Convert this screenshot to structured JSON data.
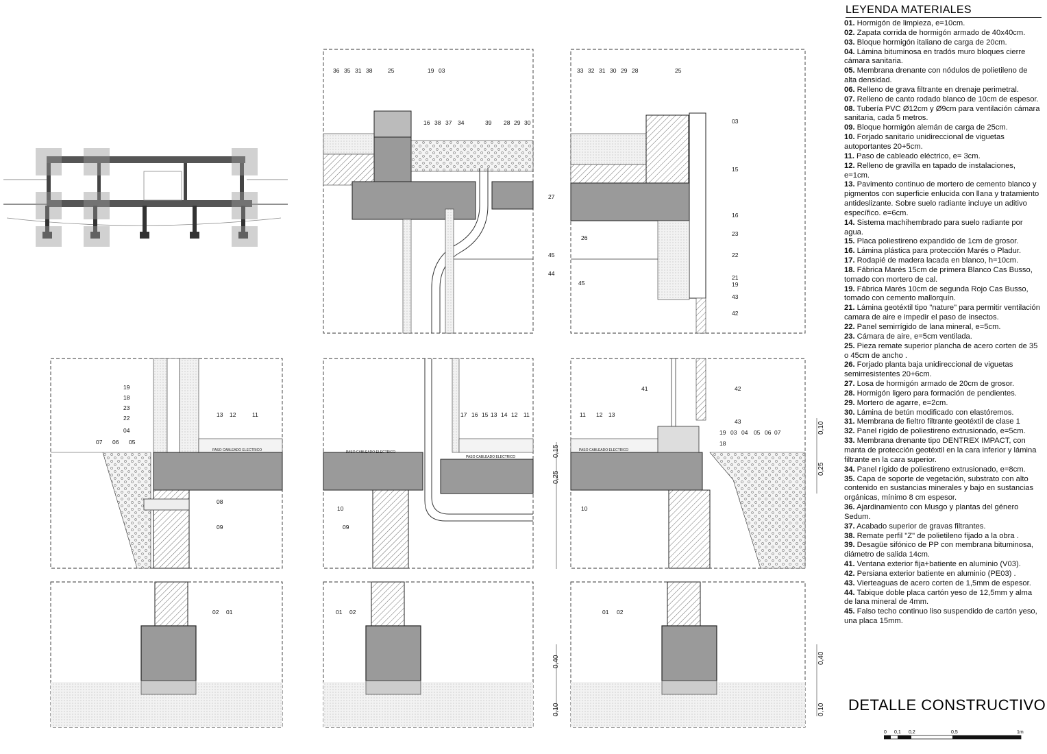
{
  "legend": {
    "title": "LEYENDA MATERIALES",
    "items": [
      {
        "num": "01.",
        "text": "Hormigón de limpieza, e=10cm."
      },
      {
        "num": "02.",
        "text": "Zapata corrida de hormigón armado de 40x40cm."
      },
      {
        "num": "03.",
        "text": "Bloque hormigón italiano de carga de 20cm."
      },
      {
        "num": "04.",
        "text": "Lámina bituminosa en tradós muro bloques cierre cámara sanitaria."
      },
      {
        "num": "05.",
        "text": "Membrana drenante con nódulos de polietileno de alta densidad."
      },
      {
        "num": "06.",
        "text": "Relleno de grava filtrante en drenaje perimetral."
      },
      {
        "num": "07.",
        "text": "Relleno de canto rodado blanco de 10cm de espesor."
      },
      {
        "num": "08.",
        "text": "Tubería PVC Ø12cm y Ø9cm para ventilación cámara sanitaria, cada 5 metros."
      },
      {
        "num": "09.",
        "text": "Bloque hormigón alemán de carga de 25cm."
      },
      {
        "num": "10.",
        "text": "Forjado sanitario unidireccional de viguetas autoportantes 20+5cm."
      },
      {
        "num": "11.",
        "text": "Paso de cableado eléctrico, e= 3cm."
      },
      {
        "num": "12.",
        "text": "Relleno de gravilla en tapado de instalaciones, e=1cm."
      },
      {
        "num": "13.",
        "text": "Pavimento continuo de mortero de cemento blanco y pigmentos con superficie enlucida con llana y tratamiento antideslizante. Sobre suelo radiante incluye un aditivo específico. e=6cm."
      },
      {
        "num": "14.",
        "text": "Sistema machihembrado para suelo radiante por agua."
      },
      {
        "num": "15.",
        "text": "Placa poliestireno expandido de 1cm de grosor."
      },
      {
        "num": "16.",
        "text": "Lámina plástica para protección Marés o Pladur."
      },
      {
        "num": "17.",
        "text": "Rodapié de madera lacada en blanco, h=10cm."
      },
      {
        "num": "18.",
        "text": "Fábrica Marés 15cm de primera Blanco Cas Busso, tomado con mortero de cal."
      },
      {
        "num": "19.",
        "text": "Fábrica Marés 10cm de segunda Rojo Cas Busso, tomado con cemento mallorquín."
      },
      {
        "num": "21.",
        "text": "Lámina geotéxtil tipo \"nature\" para permitir ventilación camara de aire e impedir el paso de insectos."
      },
      {
        "num": "22.",
        "text": "Panel semirrígido de lana mineral, e=5cm."
      },
      {
        "num": "23.",
        "text": "Cámara de aire, e=5cm ventilada."
      },
      {
        "num": "25.",
        "text": "Pieza remate superior plancha de acero corten de 35 o 45cm de ancho ."
      },
      {
        "num": "26.",
        "text": "Forjado planta baja unidireccional de viguetas semirresistentes 20+6cm."
      },
      {
        "num": "27.",
        "text": "Losa de hormigón armado de 20cm de grosor."
      },
      {
        "num": "28.",
        "text": "Hormigón ligero para formación de pendientes."
      },
      {
        "num": "29.",
        "text": "Mortero de agarre, e=2cm."
      },
      {
        "num": "30.",
        "text": "Lámina de betún modificado con elastóremos."
      },
      {
        "num": "31.",
        "text": "Membrana de fieltro filtrante geotéxtil de clase 1"
      },
      {
        "num": "32.",
        "text": "Panel rígido de poliestireno extrusionado, e=5cm."
      },
      {
        "num": "33.",
        "text": "Membrana drenante tipo DENTREX IMPACT, con manta de protección geotéxtil en la cara inferior y lámina filtrante en la cara superior."
      },
      {
        "num": "34.",
        "text": "Panel rígido de poliestireno extrusionado, e=8cm."
      },
      {
        "num": "35.",
        "text": "Capa de soporte de vegetación, substrato con alto contenido en sustancias minerales y bajo en sustancias orgánicas, mínimo 8 cm espesor."
      },
      {
        "num": "36.",
        "text": "Ajardinamiento con Musgo y plantas del género Sedum."
      },
      {
        "num": "37.",
        "text": "Acabado superior de gravas filtrantes."
      },
      {
        "num": "38.",
        "text": "Remate perfil \"Z\" de polietileno fijado a la obra ."
      },
      {
        "num": "39.",
        "text": "Desagüe sifónico de PP con membrana bituminosa, diámetro de salida 14cm."
      },
      {
        "num": "41.",
        "text": "Ventana exterior fija+batiente en aluminio (V03)."
      },
      {
        "num": "42.",
        "text": "Persiana exterior batiente en aluminio (PE03) ."
      },
      {
        "num": "43.",
        "text": "Vierteaguas de acero corten de 1,5mm de espesor."
      },
      {
        "num": "44.",
        "text": "Tabique doble placa cartón yeso de 12,5mm y alma de lana mineral de 4mm."
      },
      {
        "num": "45.",
        "text": "Falso techo continuo liso suspendido de cartón yeso, una placa 15mm."
      }
    ]
  },
  "sheet_title": "DETALLE CONSTRUCTIVO",
  "scale_bar": {
    "labels": [
      "0",
      "0,1",
      "0,2",
      "0,5",
      "1m"
    ]
  },
  "annotations": {
    "cable_passage": "PASO CABLEADO ELECTRICO"
  },
  "dimensions": {
    "d015": "0,15",
    "d025": "0,25",
    "d010": "0,10",
    "d040": "0,40"
  },
  "callouts": {
    "d1_top": [
      "36",
      "35",
      "31",
      "38",
      "25",
      "19",
      "03"
    ],
    "d1_mid": [
      "16",
      "38",
      "37",
      "34",
      "39",
      "28",
      "29",
      "30"
    ],
    "d1_right": [
      "27",
      "45",
      "44"
    ],
    "d2_top": [
      "33",
      "32",
      "31",
      "30",
      "29",
      "28",
      "25"
    ],
    "d2_right": [
      "03",
      "15",
      "16",
      "23",
      "22",
      "21",
      "19",
      "43",
      "42"
    ],
    "d2_left": [
      "26",
      "45"
    ],
    "d3": [
      "19",
      "18",
      "23",
      "22",
      "04",
      "07",
      "06",
      "05",
      "13",
      "12",
      "11",
      "08",
      "09"
    ],
    "d4": [
      "17",
      "16",
      "15",
      "13",
      "14",
      "12",
      "11",
      "10",
      "09"
    ],
    "d5": [
      "41",
      "42",
      "43",
      "11",
      "12",
      "13",
      "19",
      "03",
      "04",
      "05",
      "06",
      "07",
      "18",
      "10"
    ],
    "f1": [
      "02",
      "01"
    ],
    "f2": [
      "01",
      "02"
    ],
    "f3": [
      "01",
      "02"
    ]
  },
  "colors": {
    "concrete": "#9a9a9a",
    "concrete_dark": "#777777",
    "ground": "#ededed",
    "line": "#222222"
  }
}
